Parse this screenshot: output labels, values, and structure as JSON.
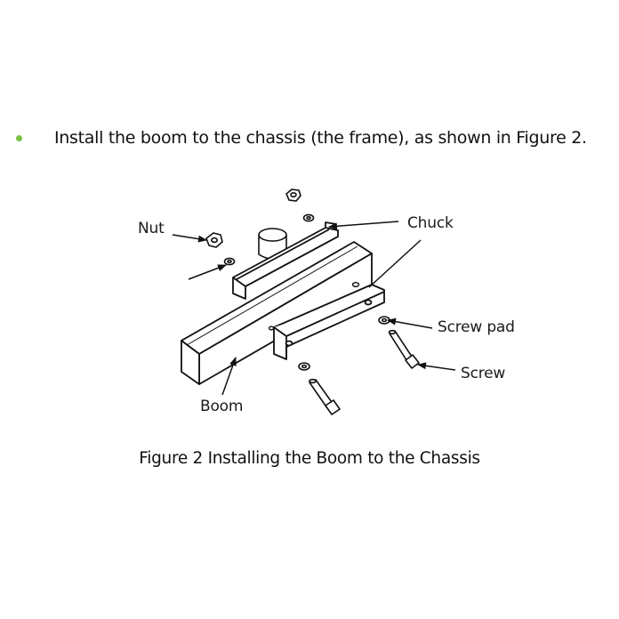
{
  "instruction": {
    "bullet_color": "#7ac143",
    "text": "Install the boom to the chassis (the frame), as shown in Figure 2."
  },
  "figure": {
    "labels": {
      "nut": "Nut",
      "chuck": "Chuck",
      "screw_pad": "Screw pad",
      "screw": "Screw",
      "boom": "Boom"
    },
    "caption": "Figure 2 Installing the Boom to the Chassis"
  }
}
